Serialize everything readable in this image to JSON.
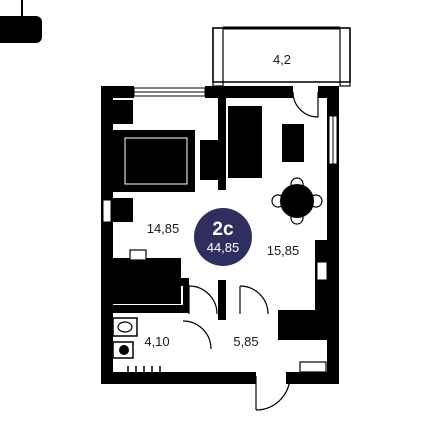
{
  "unit": {
    "type_code": "2с",
    "total_area": "44,85",
    "badge_color": "#2e2f5e"
  },
  "rooms": {
    "bedroom": "14,85",
    "living_kitchen": "15,85",
    "balcony": "4,2",
    "bathroom": "4,10",
    "hallway": "5,85"
  },
  "colors": {
    "wall": "#000000",
    "background": "#ffffff"
  }
}
